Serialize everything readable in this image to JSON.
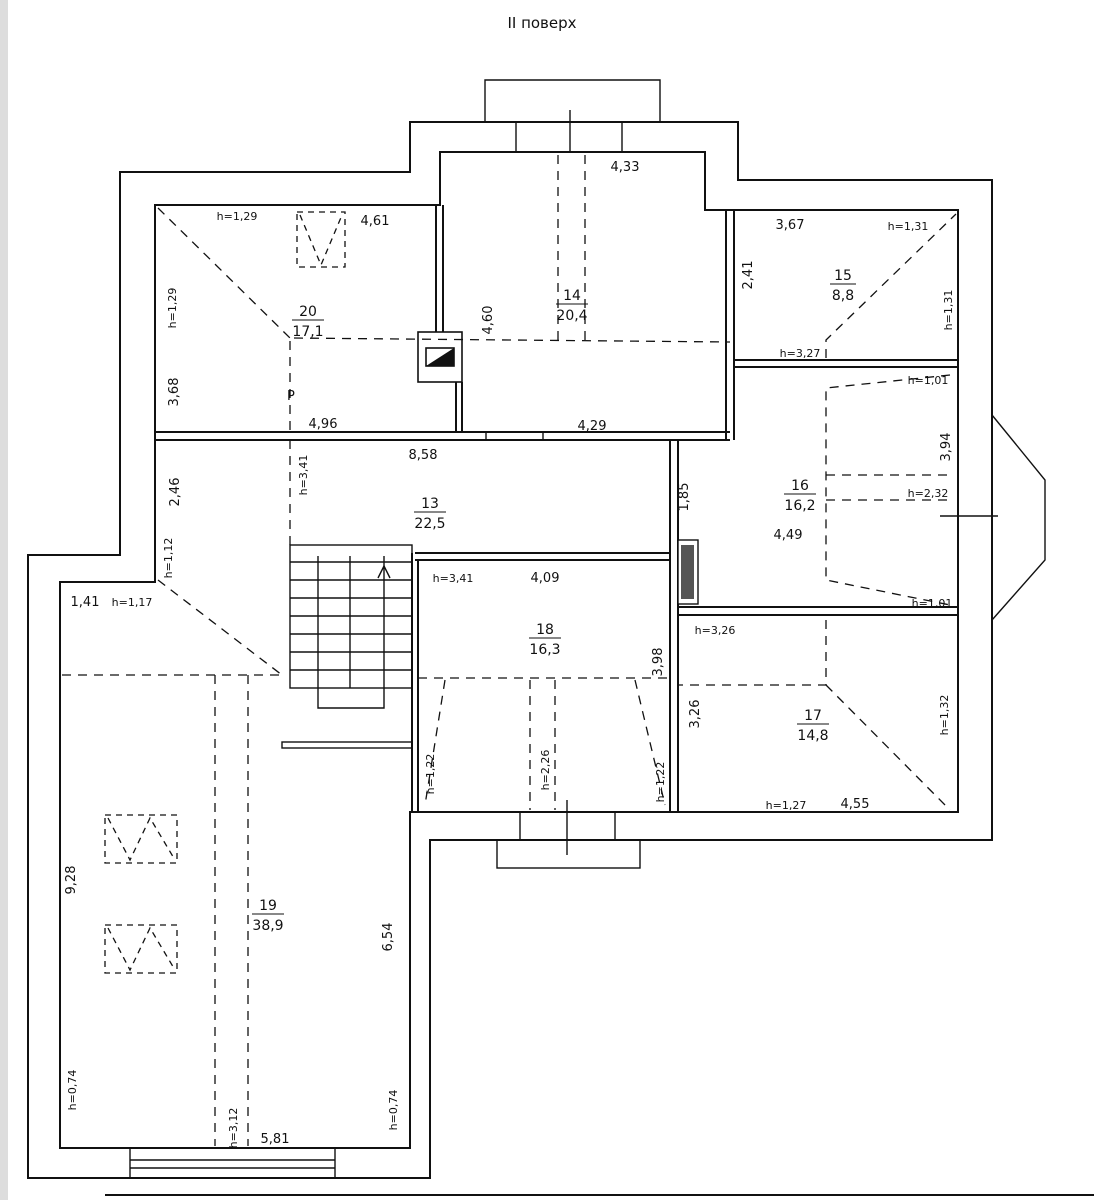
{
  "title": "II поверх",
  "rooms": [
    {
      "number": "20",
      "area": "17,1"
    },
    {
      "number": "14",
      "area": "20,4"
    },
    {
      "number": "15",
      "area": "8,8"
    },
    {
      "number": "16",
      "area": "16,2"
    },
    {
      "number": "13",
      "area": "22,5"
    },
    {
      "number": "18",
      "area": "16,3"
    },
    {
      "number": "17",
      "area": "14,8"
    },
    {
      "number": "19",
      "area": "38,9"
    }
  ],
  "dims_h": [
    "4,61",
    "4,33",
    "3,67",
    "4,96",
    "4,29",
    "8,58",
    "4,09",
    "4,49",
    "4,55",
    "5,81",
    "1,41"
  ],
  "dims_v": [
    "4,60",
    "2,41",
    "3,68",
    "2,46",
    "1,85",
    "3,94",
    "3,98",
    "3,26",
    "9,28",
    "6,54"
  ],
  "heights_h": [
    "h=1,29",
    "h=1,31",
    "h=3,27",
    "h=1,01",
    "h=2,32",
    "h=1,01",
    "h=3,41",
    "h=3,26",
    "h=1,27",
    "h=1,17"
  ],
  "heights_v": [
    "h=1,29",
    "h=1,31",
    "h=3,41",
    "h=1,12",
    "h=1,22",
    "h=2,26",
    "h=1,22",
    "h=1,32",
    "h=0,74",
    "h=3,12",
    "h=0,74"
  ],
  "symbols": {
    "riser_label": "P"
  }
}
